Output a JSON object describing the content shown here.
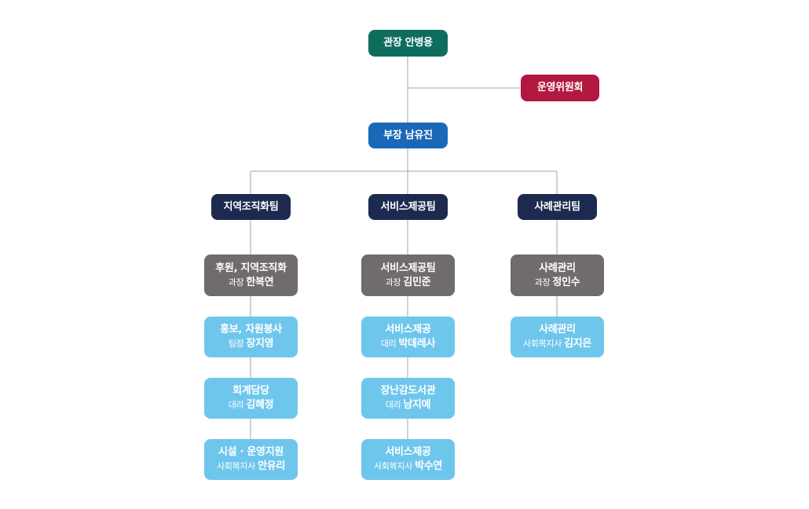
{
  "colors": {
    "director": "#0f6d5e",
    "committee": "#b3183f",
    "deputy": "#1b68b6",
    "team": "#1c2a50",
    "manager": "#706b6d",
    "staff": "#6fc6ec",
    "connector": "#a6a6a6"
  },
  "director": {
    "label": "관장 안병용"
  },
  "committee": {
    "label": "운영위원회"
  },
  "deputy": {
    "label": "부장 남유진"
  },
  "teams": [
    {
      "name": "지역조직화팀",
      "manager": {
        "title": "후원, 지역조직화",
        "role": "과장",
        "name": "한복연"
      },
      "staff": [
        {
          "title": "홍보, 자원봉사",
          "role": "팀장",
          "name": "장지영"
        },
        {
          "title": "회계담당",
          "role": "대리",
          "name": "김혜정"
        },
        {
          "title": "시설 · 운영지원",
          "role": "사회복지사",
          "name": "안유리"
        }
      ]
    },
    {
      "name": "서비스제공팀",
      "manager": {
        "title": "서비스제공팀",
        "role": "과장",
        "name": "김민준"
      },
      "staff": [
        {
          "title": "서비스제공",
          "role": "대리",
          "name": "박데레사"
        },
        {
          "title": "장난감도서관",
          "role": "대리",
          "name": "남지예"
        },
        {
          "title": "서비스제공",
          "role": "사회복지사",
          "name": "박수연"
        }
      ]
    },
    {
      "name": "사례관리팀",
      "manager": {
        "title": "사례관리",
        "role": "과장",
        "name": "정인수"
      },
      "staff": [
        {
          "title": "사례관리",
          "role": "사회복지사",
          "name": "김지은"
        }
      ]
    }
  ]
}
